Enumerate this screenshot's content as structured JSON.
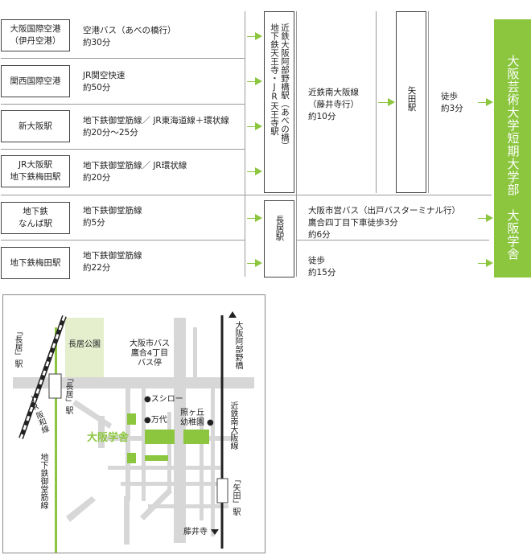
{
  "routes": [
    {
      "origin": [
        "大阪国際空港",
        "（伊丹空港）"
      ],
      "desc": [
        "空港バス（あべの橋行）",
        "約30分"
      ]
    },
    {
      "origin": [
        "関西国際空港"
      ],
      "desc": [
        "JR関空快速",
        "約50分"
      ]
    },
    {
      "origin": [
        "新大阪駅"
      ],
      "desc": [
        "地下鉄御堂筋線／ JR東海道線＋環状線",
        "約20分〜25分"
      ]
    },
    {
      "origin": [
        "JR大阪駅",
        "地下鉄梅田駅"
      ],
      "desc": [
        "地下鉄御堂筋線／ JR環状線",
        "約20分"
      ]
    },
    {
      "origin": [
        "地下鉄",
        "なんば駅"
      ],
      "desc": [
        "地下鉄御堂筋線",
        "約5分"
      ]
    },
    {
      "origin": [
        "地下鉄梅田駅"
      ],
      "desc": [
        "地下鉄御堂筋線",
        "約22分"
      ]
    }
  ],
  "transfer": {
    "tennoji": "地下鉄天王寺・JR天王寺駅",
    "abeno": "近鉄大阪阿部野橋駅（あべの橋）",
    "nagai": "長居駅"
  },
  "kintetsu": {
    "line": "近鉄南大阪線",
    "via": "（藤井寺行）",
    "time": "約10分"
  },
  "yata": "矢田駅",
  "walk_yata": {
    "label": "徒歩",
    "time": "約3分"
  },
  "bus": {
    "line": "大阪市営バス（出戸バスターミナル行）",
    "stop": "鷹合四丁目下車徒歩3分",
    "time": "約6分"
  },
  "walk_nagai": {
    "label": "徒歩",
    "time": "約15分"
  },
  "destination": "大阪芸術大学短期大学部　大阪学舎",
  "map": {
    "nagai_station": "「長居」駅",
    "nagai_park": "長居公園",
    "jr_hanwa": "JR阪和線",
    "subway_nagai": "「長居」駅",
    "midosuji": "地下鉄御堂筋線",
    "bus_stop": [
      "大阪市バス",
      "鷹合4丁目",
      "バス停"
    ],
    "sushiro": "●スシロー",
    "mandai": "●万代",
    "kindergarten": [
      "照ヶ丘",
      "幼稚園"
    ],
    "school": "大阪学舎",
    "to_abeno": "大阪阿部野橋",
    "kintetsu_line": "近鉄南大阪線",
    "yata_station": "「矢田」駅",
    "fujiidera": "藤井寺"
  },
  "colors": {
    "accent": "#8cc63f",
    "road": "#d7d7d7",
    "park": "#e5eecd",
    "rail": "#222222"
  }
}
